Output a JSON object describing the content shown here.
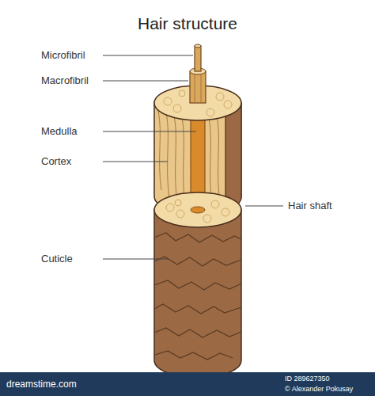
{
  "diagram": {
    "title": "Hair structure",
    "labels": [
      "Microfibril",
      "Macrofibril",
      "Medulla",
      "Cortex",
      "Hair shaft",
      "Cuticle",
      "dreamstime.com",
      "ID 289627350",
      "© Alexander Pokusay"
    ]
  }
}
